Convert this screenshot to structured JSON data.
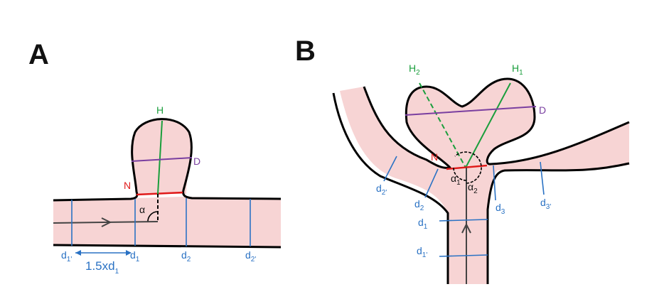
{
  "panels": {
    "a": {
      "label": "A",
      "labels": {
        "H": "H",
        "D": "D",
        "N": "N",
        "alpha": "α",
        "d1prime": {
          "base": "d",
          "sub": "1'"
        },
        "d1": {
          "base": "d",
          "sub": "1"
        },
        "d2": {
          "base": "d",
          "sub": "2"
        },
        "d2prime": {
          "base": "d",
          "sub": "2'"
        },
        "distance": {
          "base": "1.5xd",
          "sub": "1"
        }
      }
    },
    "b": {
      "label": "B",
      "labels": {
        "H1": {
          "base": "H",
          "sub": "1"
        },
        "H2": {
          "base": "H",
          "sub": "2"
        },
        "D": "D",
        "N": "N",
        "alpha1": {
          "base": "α",
          "sub": "1"
        },
        "alpha2": {
          "base": "α",
          "sub": "2"
        },
        "d1": {
          "base": "d",
          "sub": "1"
        },
        "d1prime": {
          "base": "d",
          "sub": "1'"
        },
        "d2": {
          "base": "d",
          "sub": "2"
        },
        "d2prime": {
          "base": "d",
          "sub": "2'"
        },
        "d3": {
          "base": "d",
          "sub": "3"
        },
        "d3prime": {
          "base": "d",
          "sub": "3'"
        }
      }
    }
  },
  "colors": {
    "vessel_fill": "#f7d4d4",
    "outline": "#000000",
    "height_line": "#1a9e3c",
    "diameter_line": "#7a3fa0",
    "neck_line": "#e01b1b",
    "measure_line": "#2a72c4",
    "label_blue": "#2a72c4"
  }
}
